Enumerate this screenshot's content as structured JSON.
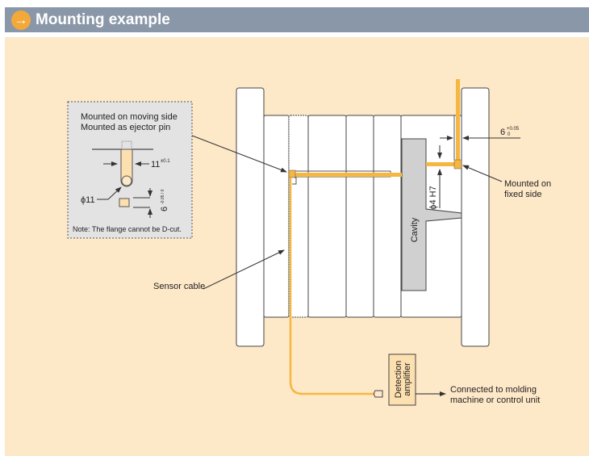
{
  "header": {
    "icon": "arrow-right-icon",
    "title": "Mounting example"
  },
  "colors": {
    "header_bg": "#8a97a8",
    "accent": "#f3a93a",
    "panel_bg": "#fde8c8",
    "sensor": "#f5b642",
    "cavity": "#d0d0d0"
  },
  "inset": {
    "line1": "Mounted on moving side",
    "line2": "Mounted as ejector pin",
    "dim_width": "11",
    "dim_width_tol": "±0.1",
    "dim_diameter": "ϕ11",
    "dim_flange": "6",
    "dim_flange_tol": "-0.05 / 0",
    "note": "Note: The flange cannot be D-cut."
  },
  "labels": {
    "sensor_cable": "Sensor cable",
    "cavity": "Cavity",
    "hole": "ϕ4 H7",
    "fixed_dim": "6",
    "fixed_dim_tol_upper": "+0.05",
    "fixed_dim_tol_lower": "0",
    "fixed_line1": "Mounted on",
    "fixed_line2": "fixed side",
    "amp_line1": "Detection",
    "amp_line2": "amplifier",
    "output_line1": "Connected to molding",
    "output_line2": "machine or control unit"
  }
}
